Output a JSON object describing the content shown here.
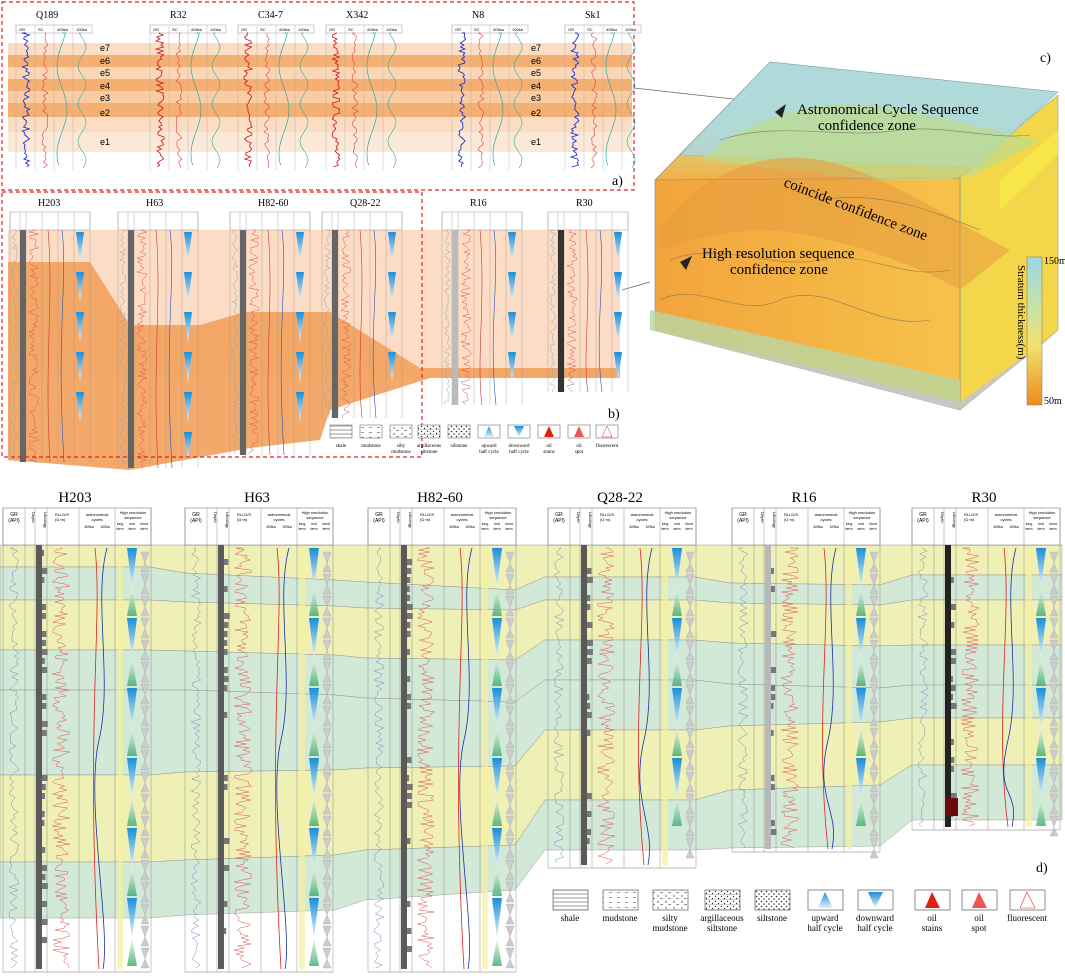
{
  "panel_labels": {
    "a": "a)",
    "b": "b)",
    "c": "c)",
    "d": "d)"
  },
  "panel_a": {
    "wells": [
      "Q189",
      "R32",
      "C34-7",
      "X342",
      "N8",
      "Sk1"
    ],
    "layers": [
      "e7",
      "e6",
      "e5",
      "e4",
      "e3",
      "e2",
      "e1"
    ],
    "track_headers": [
      "GR",
      "SC",
      "405ka",
      "100ka"
    ]
  },
  "panel_b": {
    "wells": [
      "H203",
      "H63",
      "H82-60",
      "Q28-22",
      "R16",
      "R30"
    ]
  },
  "panel_c": {
    "zone_top": [
      "Astronomical Cycle Sequence",
      "confidence zone"
    ],
    "zone_mid": "coincide  confidence zone",
    "zone_low": [
      "High resolution sequence",
      "confidence zone"
    ],
    "colorbar_top": "150m",
    "colorbar_bottom": "50m",
    "colorbar_label": "Stratum thickness(m)",
    "colors": {
      "blue": "#9fd3ec",
      "green": "#c6d98a",
      "yellow": "#f3e27a",
      "orange": "#f0a848"
    }
  },
  "panel_d": {
    "wells": [
      "H203",
      "H63",
      "H82-60",
      "Q28-22",
      "R16",
      "R30"
    ],
    "headers": {
      "gr": [
        "GR",
        "(API)"
      ],
      "depth": "Depth",
      "lithology": "Lithology",
      "res": [
        "RLLD/S",
        "(Ω·m)"
      ],
      "astro": [
        "astronomical",
        "cycles"
      ],
      "astro_sub": [
        "405ka",
        "100ka"
      ],
      "hrs": [
        "High resolution",
        "sequence"
      ],
      "hrs_sub": [
        "long",
        "mid",
        "short",
        "term",
        "term",
        "term"
      ]
    },
    "band_colors": {
      "green": "#d3e9d8",
      "yellow": "#eef0b6"
    }
  },
  "legend": {
    "items": [
      {
        "key": "shale",
        "label": [
          "shale"
        ]
      },
      {
        "key": "mudstone",
        "label": [
          "mudstone"
        ]
      },
      {
        "key": "silty",
        "label": [
          "silty",
          "mudstone"
        ]
      },
      {
        "key": "argil",
        "label": [
          "argillaceous",
          "siltstone"
        ]
      },
      {
        "key": "siltstone",
        "label": [
          "siltstone"
        ]
      },
      {
        "key": "upward",
        "label": [
          "upward",
          "half cycle"
        ]
      },
      {
        "key": "downward",
        "label": [
          "downward",
          "half cycle"
        ]
      },
      {
        "key": "oilstain",
        "label": [
          "oil",
          "stains"
        ]
      },
      {
        "key": "oilspot",
        "label": [
          "oil",
          "spot"
        ]
      },
      {
        "key": "fluor",
        "label": [
          "fluorescent"
        ]
      }
    ]
  }
}
